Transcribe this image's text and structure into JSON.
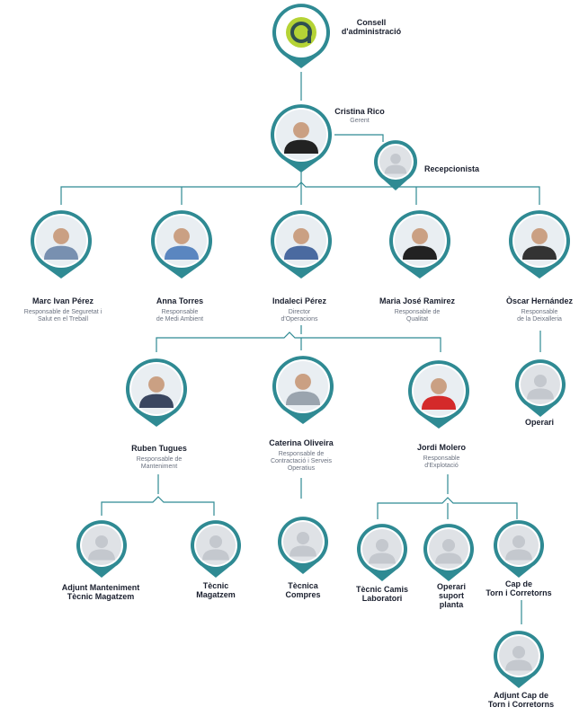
{
  "board": {
    "name": "Consell\nd'administració"
  },
  "ceo": {
    "name": "Cristina Rico",
    "role": "Gerent"
  },
  "reception": {
    "name": "Recepcionista"
  },
  "level2": [
    {
      "name": "Marc Ivan Pérez",
      "role": "Responsable de Seguretat i\nSalut en el Treball"
    },
    {
      "name": "Anna Torres",
      "role": "Responsable\nde Medi Ambient"
    },
    {
      "name": "Indaleci Pérez",
      "role": "Director\nd'Operacions"
    },
    {
      "name": "Maria José Ramirez",
      "role": "Responsable de\nQualitat"
    },
    {
      "name": "Òscar Hernández",
      "role": "Responsable\nde la Deixalleria"
    }
  ],
  "operari": {
    "name": "Operari"
  },
  "level3": [
    {
      "name": "Ruben Tugues",
      "role": "Responsable de\nManteniment"
    },
    {
      "name": "Caterina Oliveira",
      "role": "Responsable de\nContractació i Serveis\nOperatius"
    },
    {
      "name": "Jordi Molero",
      "role": "Responsable\nd'Explotació"
    }
  ],
  "level4": [
    {
      "name": "Adjunt Manteniment\nTècnic Magatzem"
    },
    {
      "name": "Tècnic\nMagatzem"
    },
    {
      "name": "Tècnica\nCompres"
    },
    {
      "name": "Tècnic Camis\nLaboratori"
    },
    {
      "name": "Operari\nsuport\nplanta"
    },
    {
      "name": "Cap de\nTorn i Corretorns"
    }
  ],
  "level5": [
    {
      "name": "Adjunt Cap de\nTorn i Corretorns"
    }
  ],
  "colors": {
    "teal": "#2f8a93",
    "tealDark": "#1d5f66",
    "line": "#2f8a93",
    "logoGreen": "#b5d335",
    "logoDark": "#2f4f50"
  }
}
